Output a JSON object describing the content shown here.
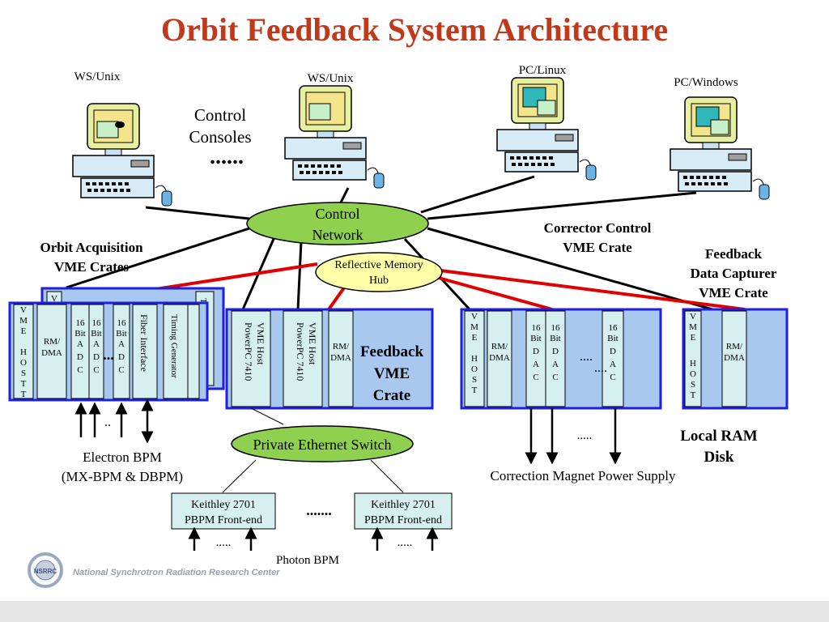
{
  "title": "Orbit Feedback System Architecture",
  "consoles": {
    "ws_unix_1": "WS/Unix",
    "ws_unix_2": "WS/Unix",
    "pc_linux": "PC/Linux",
    "pc_windows": "PC/Windows",
    "control_consoles": [
      "Control",
      "Consoles"
    ],
    "dots": "......"
  },
  "network": {
    "control_network": [
      "Control",
      "Network"
    ],
    "reflective_memory_hub": [
      "Reflective Memory",
      "Hub"
    ],
    "private_ethernet_switch": "Private Ethernet Switch"
  },
  "crates": {
    "orbit_acquisition": [
      "Orbit Acquisition",
      "VME Crates"
    ],
    "corrector_control": [
      "Corrector Control",
      "VME Crate"
    ],
    "feedback_data_capturer": [
      "Feedback",
      "Data Capturer",
      "VME Crate"
    ],
    "feedback_vme_crate": [
      "Feedback",
      "VME",
      "Crate"
    ],
    "local_ram_disk": [
      "Local RAM",
      "Disk"
    ]
  },
  "modules": {
    "vme_host": "VMEHOST",
    "rm_dma": [
      "RM/",
      "DMA"
    ],
    "adc16": [
      "16",
      "Bit",
      "A",
      "D",
      "C"
    ],
    "dac16": [
      "16",
      "Bit",
      "D",
      "A",
      "C"
    ],
    "fiber_interface": "Fiber Interface",
    "timing_generator": "Timing Generator",
    "vme_host_ppc": [
      "VME Host",
      "PowerPC 7410"
    ],
    "v_label": "V",
    "dots_short": "...",
    "dots_dac": "....",
    "dots_dac2": "...."
  },
  "io": {
    "electron_bpm": [
      "Electron BPM",
      "(MX-BPM & DBPM)"
    ],
    "bpm_dots": "..",
    "correction_dots": ".....",
    "correction_magnet": "Correction Magnet Power Supply",
    "keithley": [
      "Keithley 2701",
      "PBPM Front-end"
    ],
    "keithley_dots": ".......",
    "pbpm_dots": ".....",
    "photon_bpm": "Photon BPM"
  },
  "footer": {
    "logo_text": "NSRRC",
    "org": "National Synchrotron Radiation Research Center"
  },
  "colors": {
    "title": "#c0391b",
    "crate_border": "#1f1fe0",
    "crate_fill": "#a8c8f0",
    "module_fill": "#d6f0f0",
    "network_fill": "#8fd14f",
    "hub_fill": "#ffffa8",
    "red_link": "#e00000"
  }
}
